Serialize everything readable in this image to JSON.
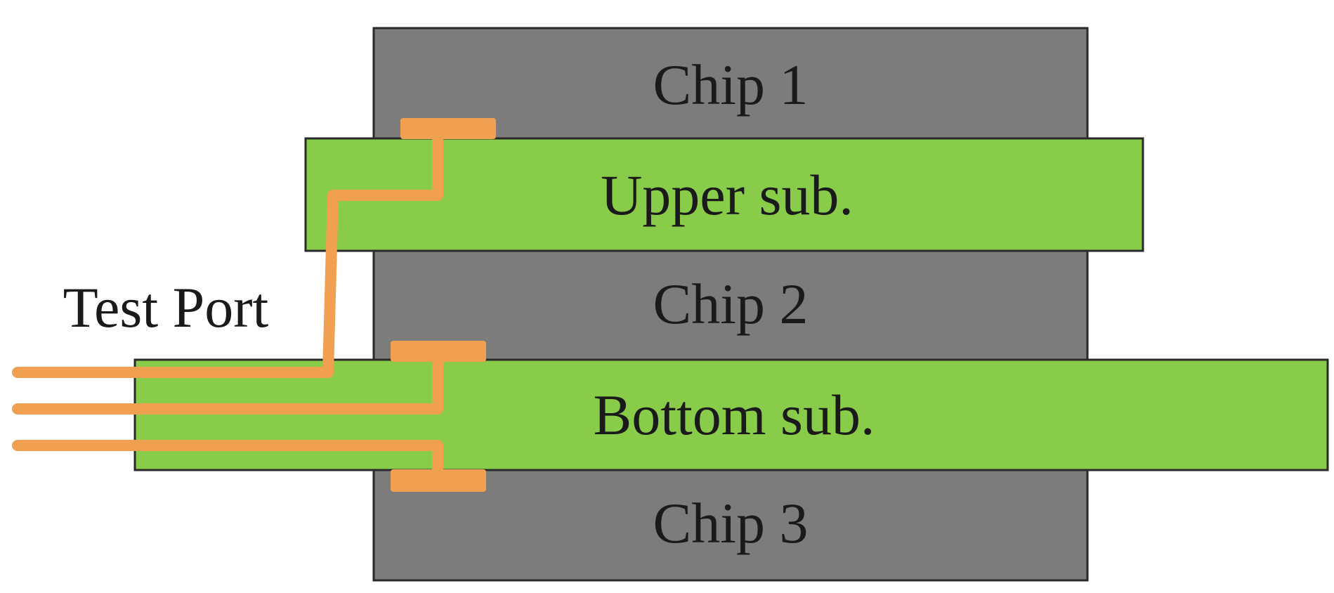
{
  "diagram": {
    "chips": {
      "chip1": "Chip 1",
      "chip2": "Chip 2",
      "chip3": "Chip 3"
    },
    "substrates": {
      "upper": "Upper sub.",
      "bottom": "Bottom sub."
    },
    "test_port": "Test Port"
  },
  "colors": {
    "chip": "#7c7c7c",
    "substrate": "#88cc4a",
    "trace": "#f0a050",
    "outline": "#2a2a2a",
    "text": "#1a1a1a"
  }
}
